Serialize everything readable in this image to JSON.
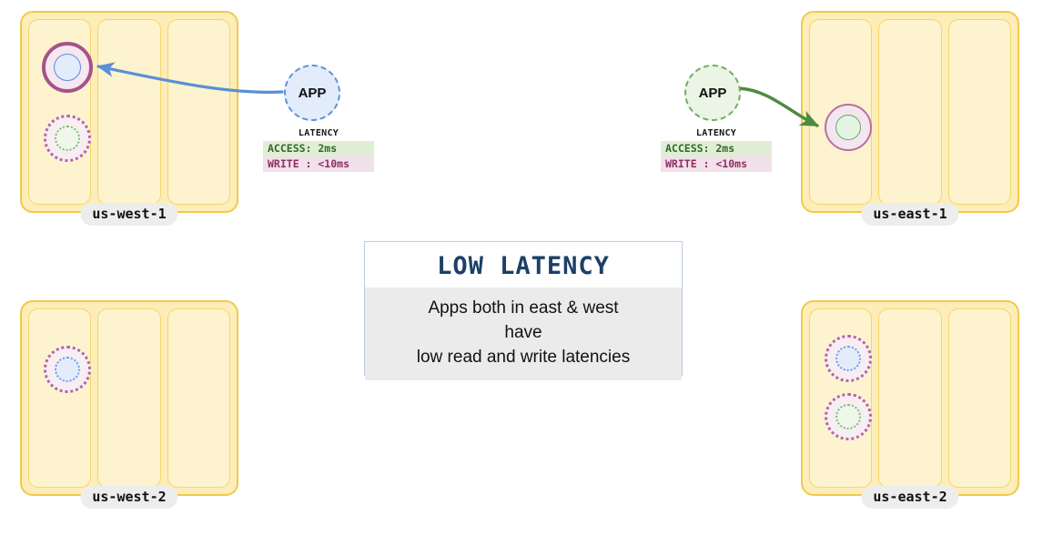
{
  "diagram": {
    "title": "Multi-region low latency replication diagram",
    "colors": {
      "region_fill": "#fdedb9",
      "region_border": "#f2c94c",
      "column_fill": "#fdf3cf",
      "column_border": "#f5d66a",
      "label_pill_bg": "#ededed",
      "app_blue_fill": "#e3ecfa",
      "app_blue_border": "#5f91d8",
      "app_green_fill": "#eaf5e6",
      "app_green_border": "#6fae63",
      "node_ring_strong": "#a4538a",
      "node_ring_light": "#b8709f",
      "node_ghost_ring": "#b5689a",
      "arrow_blue": "#5b8fd6",
      "arrow_green": "#4e8a3f",
      "callout_border": "#b9cbe3",
      "callout_title": "#1d3f69",
      "callout_body_bg": "#ebebeb",
      "access_bg": "#dfeed5",
      "access_text": "#2f6b2a",
      "write_bg": "#f2e0ea",
      "write_text": "#8e2f62"
    }
  },
  "regions": [
    {
      "id": "us-west-1",
      "label": "us-west-1",
      "nodes": [
        {
          "name": "primary-replica-node",
          "style": "solid-strong",
          "inner": "blue"
        },
        {
          "name": "ghost-replica-node",
          "style": "ghost",
          "inner": "green"
        }
      ]
    },
    {
      "id": "us-east-1",
      "label": "us-east-1",
      "nodes": [
        {
          "name": "primary-replica-node",
          "style": "solid-light",
          "inner": "green"
        }
      ]
    },
    {
      "id": "us-west-2",
      "label": "us-west-2",
      "nodes": [
        {
          "name": "ghost-replica-node",
          "style": "ghost",
          "inner": "blue"
        }
      ]
    },
    {
      "id": "us-east-2",
      "label": "us-east-2",
      "nodes": [
        {
          "name": "ghost-replica-node",
          "style": "ghost",
          "inner": "blue"
        },
        {
          "name": "ghost-replica-node",
          "style": "ghost",
          "inner": "green"
        }
      ]
    }
  ],
  "apps": [
    {
      "id": "app-west",
      "label": "APP",
      "color": "blue"
    },
    {
      "id": "app-east",
      "label": "APP",
      "color": "green"
    }
  ],
  "latency_panels": [
    {
      "id": "latency-west",
      "title": "LATENCY",
      "access_label": "ACCESS: 2ms",
      "write_label": "WRITE : <10ms"
    },
    {
      "id": "latency-east",
      "title": "LATENCY",
      "access_label": "ACCESS: 2ms",
      "write_label": "WRITE : <10ms"
    }
  ],
  "callout": {
    "title": "LOW LATENCY",
    "line1": "Apps both in east & west",
    "line2": "have",
    "line3": "low read and write latencies"
  }
}
